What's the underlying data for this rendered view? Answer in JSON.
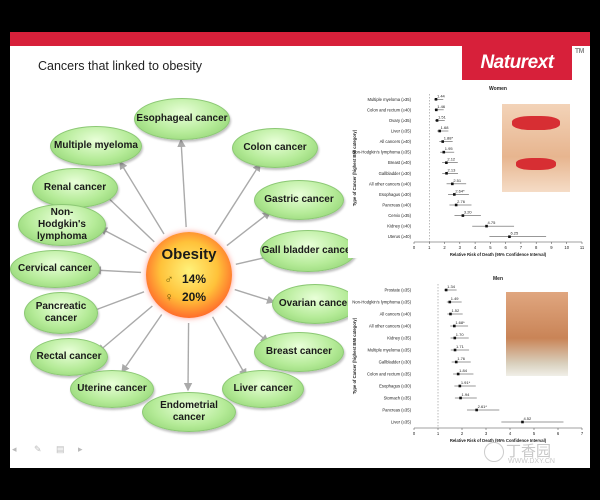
{
  "slide": {
    "title": "Cancers that linked to obesity",
    "logo": "Naturext",
    "logo_tm": "TM"
  },
  "center": {
    "label": "Obesity",
    "male_symbol": "♂",
    "male_value": "14%",
    "female_symbol": "♀",
    "female_value": "20%"
  },
  "cancers": [
    {
      "label": "Esophageal cancer"
    },
    {
      "label": "Multiple myeloma"
    },
    {
      "label": "Colon cancer"
    },
    {
      "label": "Renal cancer"
    },
    {
      "label": "Gastric cancer"
    },
    {
      "label": "Non-Hodgkin's lymphoma"
    },
    {
      "label": "Gall bladder cancer"
    },
    {
      "label": "Cervical cancer"
    },
    {
      "label": "Pancreatic cancer"
    },
    {
      "label": "Ovarian cancer"
    },
    {
      "label": "Rectal cancer"
    },
    {
      "label": "Breast cancer"
    },
    {
      "label": "Uterine cancer"
    },
    {
      "label": "Liver cancer"
    },
    {
      "label": "Endometrial cancer"
    }
  ],
  "colors": {
    "brand": "#d7203a",
    "bubble": "#b5eb98"
  },
  "chart_data": [
    {
      "type": "scatter",
      "title": "Women",
      "ylabel": "Type of Cancer (highest BMI category)",
      "xlabel": "Relative Risk of Death (95% Confidence Interval)",
      "xlim": [
        0,
        11
      ],
      "xticks": [
        "0",
        "1",
        "2",
        "3",
        "4",
        "5",
        "6",
        "7",
        "8",
        "9",
        "10",
        "11"
      ],
      "categories": [
        "Multiple myeloma (≥35)",
        "Colon and rectum (≥40)",
        "Ovary (≥35)",
        "Liver (≥35)",
        "All cancers (≥40)",
        "Non-Hodgkin's lymphoma (≥35)",
        "Breast (≥40)",
        "Gallbladder (≥30)",
        "All other cancers (≥40)",
        "Esophagus (≥30)",
        "Pancreas (≥40)",
        "Cervix (≥35)",
        "Kidney (≥40)",
        "Uterus (≥40)"
      ],
      "values": [
        1.44,
        1.46,
        1.51,
        1.68,
        1.88,
        1.95,
        2.12,
        2.13,
        2.51,
        2.64,
        2.76,
        3.2,
        4.75,
        6.25
      ],
      "labels": [
        "1.44",
        "1.46",
        "1.51",
        "1.68",
        "1.88*",
        "1.95",
        "2.12",
        "2.13",
        "2.51",
        "2.64*",
        "2.76",
        "3.20",
        "4.75",
        "6.25"
      ]
    },
    {
      "type": "scatter",
      "title": "Men",
      "ylabel": "Type of Cancer (highest BMI category)",
      "xlabel": "Relative Risk of Death (95% Confidence Interval)",
      "xlim": [
        0,
        7
      ],
      "xticks": [
        "0",
        "1",
        "2",
        "3",
        "4",
        "5",
        "6",
        "7"
      ],
      "categories": [
        "Prostate (≥35)",
        "Non-Hodgkin's lymphoma (≥35)",
        "All cancers (≥40)",
        "All other cancers (≥40)",
        "Kidney (≥35)",
        "Multiple myeloma (≥35)",
        "Gallbladder (≥30)",
        "Colon and rectum (≥35)",
        "Esophagus (≥30)",
        "Stomach (≥35)",
        "Pancreas (≥35)",
        "Liver (≥35)"
      ],
      "values": [
        1.34,
        1.49,
        1.52,
        1.68,
        1.7,
        1.71,
        1.76,
        1.84,
        1.91,
        1.94,
        2.61,
        4.52
      ],
      "labels": [
        "1.34",
        "1.49",
        "1.52",
        "1.68*",
        "1.70",
        "1.71",
        "1.76",
        "1.84",
        "1.91*",
        "1.94",
        "2.61*",
        "4.52"
      ]
    }
  ],
  "watermark": {
    "main": "丁香园",
    "url": "WWW.DXY.CN"
  }
}
